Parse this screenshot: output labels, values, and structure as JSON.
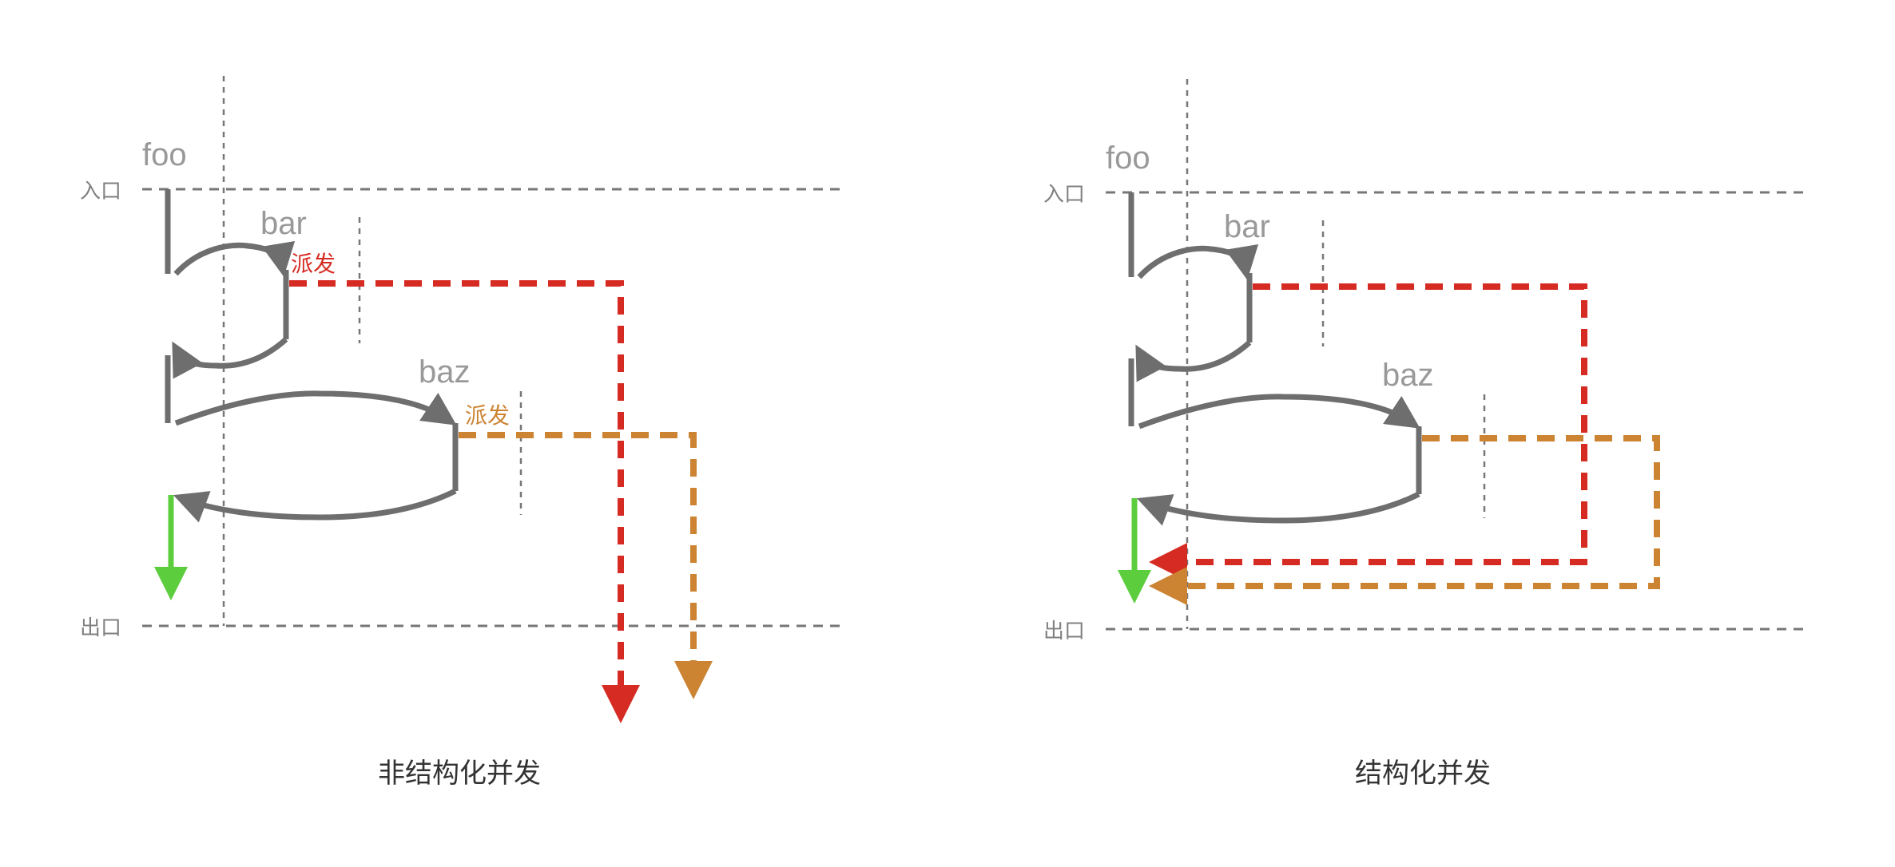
{
  "colors": {
    "guide": "#777777",
    "control": "#6e6e6e",
    "dispatch_bar": "#d62b22",
    "dispatch_baz": "#cc8433",
    "return": "#5ccd3c",
    "label": "#999999"
  },
  "panels": [
    {
      "id": "unstructured",
      "labels": {
        "entry": "入口",
        "exit": "出口",
        "foo": "foo",
        "bar": "bar",
        "baz": "baz",
        "dispatch_bar": "派发",
        "dispatch_baz": "派发"
      },
      "caption": "非结构化并发"
    },
    {
      "id": "structured",
      "labels": {
        "entry": "入口",
        "exit": "出口",
        "foo": "foo",
        "bar": "bar",
        "baz": "baz"
      },
      "caption": "结构化并发"
    }
  ]
}
